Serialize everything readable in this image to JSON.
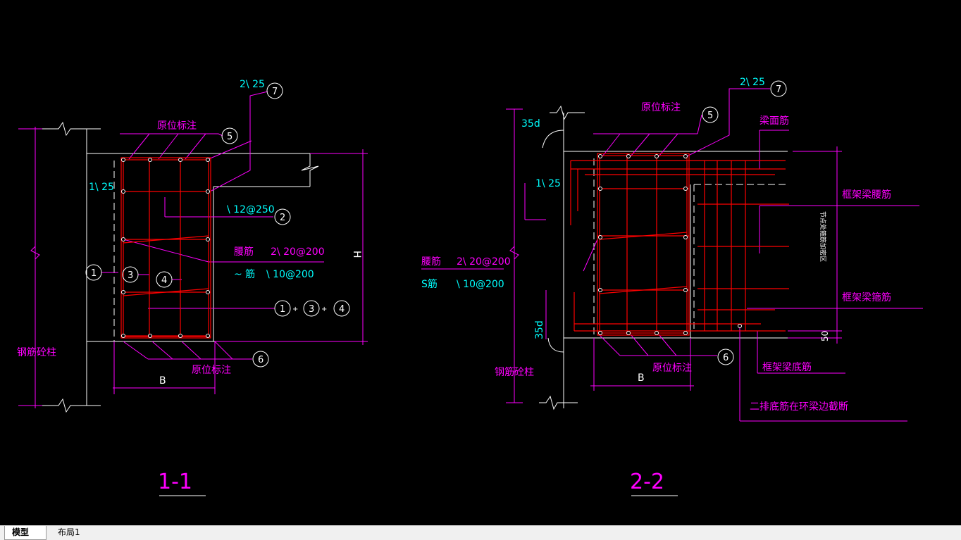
{
  "drawing": {
    "title_partial": "... ... ... ... ...",
    "colors": {
      "background": "#000000",
      "outline": "#ffffff",
      "rebar": "#ff0000",
      "dim": "#ff00ff",
      "cyan": "#00ffff"
    },
    "section_1": {
      "title": "1-1",
      "top_bar": "2\\ 25",
      "side_bar": "1\\ 25",
      "stirrup": "\\ 12@250",
      "waist_label": "腰筋",
      "waist_value": "2\\ 20@200",
      "tie_label": "~ 筋",
      "tie_value": "\\ 10@200",
      "original_top": "原位标注",
      "original_bottom": "原位标注",
      "column_label": "钢筋砼柱",
      "dim_b": "B",
      "dim_h": "H",
      "callouts": [
        "1",
        "2",
        "3",
        "4",
        "5",
        "6",
        "7"
      ],
      "combo": [
        "1",
        "3",
        "4"
      ],
      "plus": "+"
    },
    "section_2": {
      "title": "2-2",
      "top_bar": "2\\ 25",
      "side_bar": "1\\ 25",
      "anchor_top": "35d",
      "anchor_bottom": "35d",
      "original_top": "原位标注",
      "original_bottom": "原位标注",
      "beam_top": "梁面筋",
      "frame_waist": "框架梁腰筋",
      "frame_stirrup": "框架梁箍筋",
      "frame_bottom": "框架梁底筋",
      "ring_note": "二排底筋在环梁边截断",
      "vertical_note": "节点处箍筋加密区",
      "waist_label": "腰筋",
      "waist_value": "2\\ 20@200",
      "tie_label": "S筋",
      "tie_value": "\\ 10@200",
      "column_label": "钢筋砼柱",
      "dim_b": "B",
      "dim_50": "50",
      "callouts": [
        "5",
        "6",
        "7"
      ]
    }
  },
  "tabs": [
    {
      "label": "模型",
      "active": true
    },
    {
      "label": "布局1",
      "active": false
    }
  ]
}
